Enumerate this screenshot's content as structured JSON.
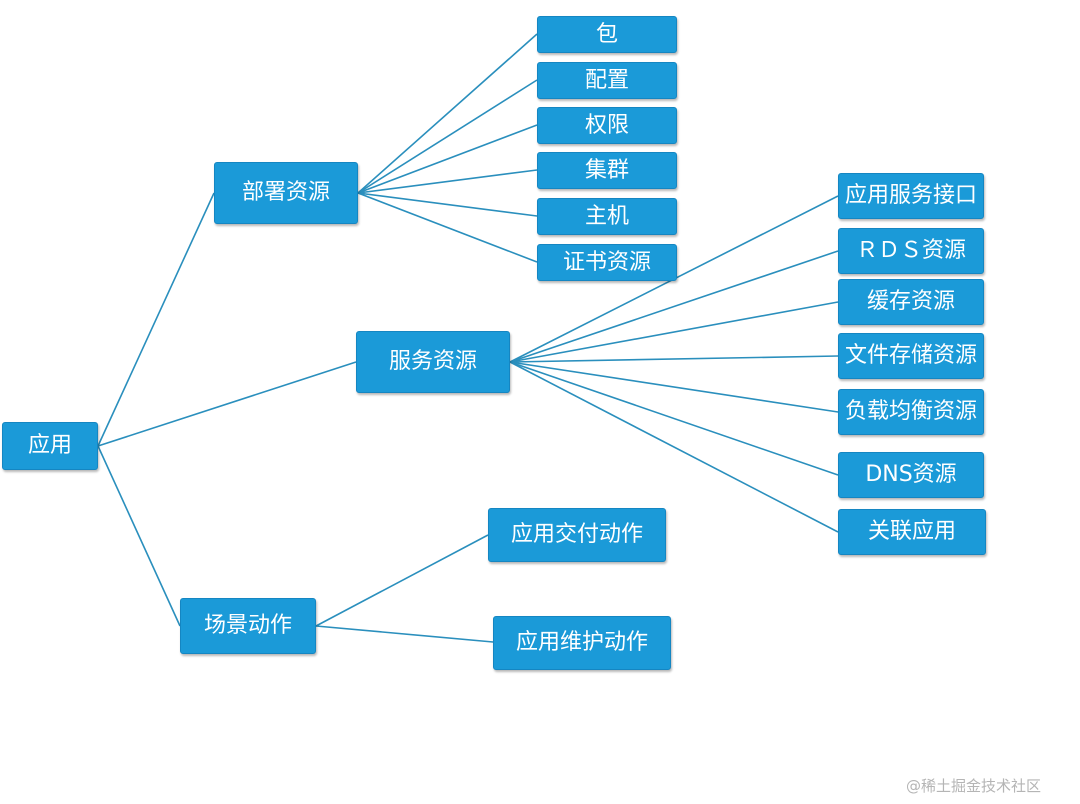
{
  "nodes": {
    "root": "应用",
    "deploy": "部署资源",
    "package": "包",
    "config": "配置",
    "permission": "权限",
    "cluster": "集群",
    "host": "主机",
    "cert": "证书资源",
    "service": "服务资源",
    "app_service_api": "应用服务接口",
    "rds": "ＲＤＳ资源",
    "cache": "缓存资源",
    "file_storage": "文件存储资源",
    "load_balance": "负载均衡资源",
    "dns": "DNS资源",
    "related_app": "关联应用",
    "scene": "场景动作",
    "delivery": "应用交付动作",
    "maintenance": "应用维护动作"
  },
  "watermark": "@稀土掘金技术社区",
  "colors": {
    "node_fill": "#1b9ad8",
    "node_text": "#ffffff",
    "edge": "#2a8fbd",
    "background": "#ffffff"
  }
}
